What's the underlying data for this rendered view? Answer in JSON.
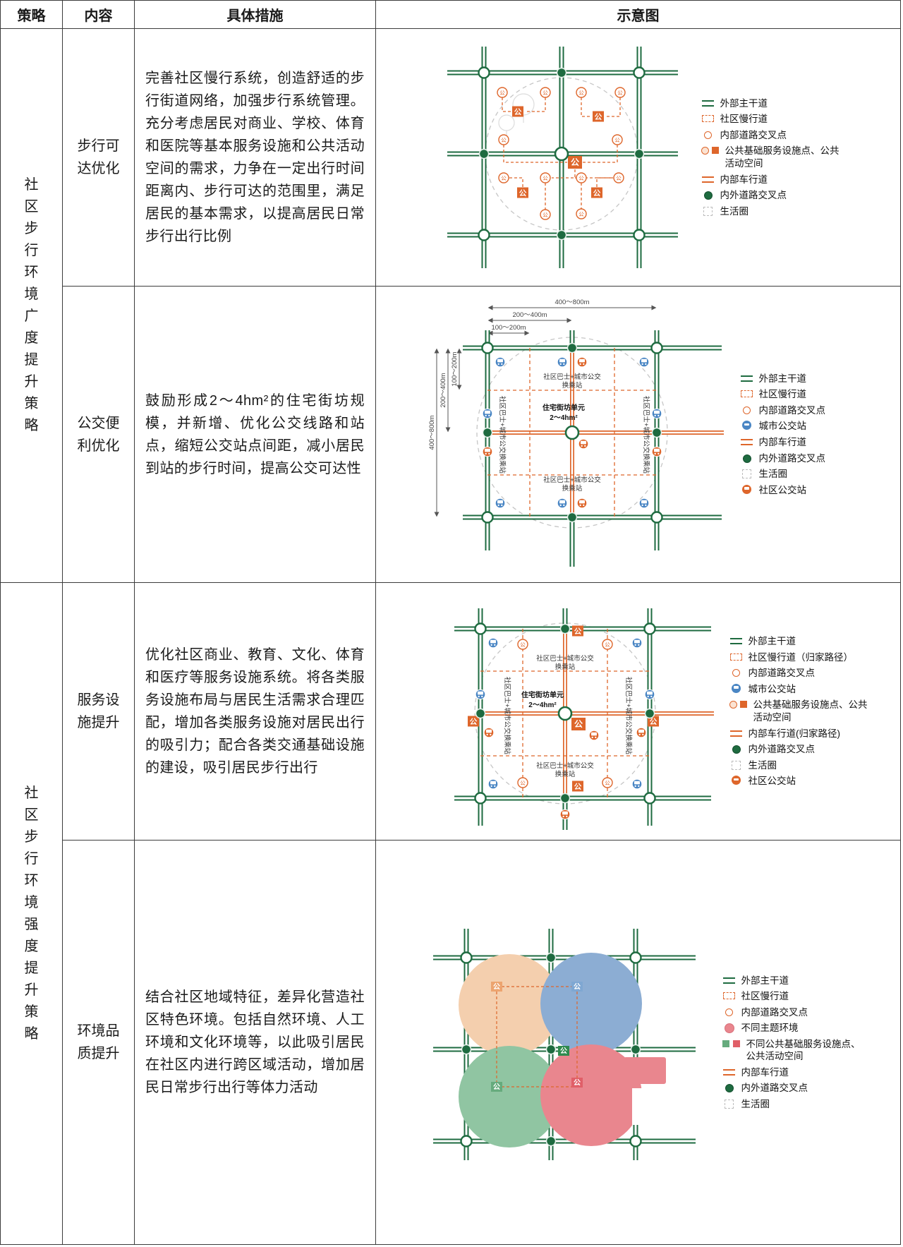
{
  "header": {
    "strategy": "策略",
    "content": "内容",
    "measures": "具体措施",
    "diagram": "示意图"
  },
  "groups": [
    {
      "strategy": "社区步行环境广度提升策略",
      "rows": [
        {
          "content": "步行可达优化",
          "measures": "完善社区慢行系统，创造舒适的步行街道网络，加强步行系统管理。充分考虑居民对商业、学校、体育和医院等基本服务设施和公共活动空间的需求，力争在一定出行时间距离内、步行可达的范围里，满足居民的基本需求，以提高居民日常步行出行比例"
        },
        {
          "content": "公交便利优化",
          "measures": "鼓励形成2～4hm²的住宅街坊规模，并新增、优化公交线路和站点，缩短公交站点间距，减小居民到站的步行时间，提高公交可达性"
        }
      ]
    },
    {
      "strategy": "社区步行环境强度提升策略",
      "rows": [
        {
          "content": "服务设施提升",
          "measures": "优化社区商业、教育、文化、体育和医疗等服务设施系统。将各类服务设施布局与居民生活需求合理匹配，增加各类服务设施对居民出行的吸引力；配合各类交通基础设施的建设，吸引居民步行出行"
        },
        {
          "content": "环境品质提升",
          "measures": "结合社区地域特征，差异化营造社区特色环境。包括自然环境、人工环境和文化环境等，以此吸引居民在社区内进行跨区域活动，增加居民日常步行出行等体力活动"
        }
      ]
    }
  ],
  "diagram_labels": {
    "gong": "公",
    "transfer_line1": "社区巴士+城市公交",
    "transfer_line2": "换乘站",
    "transfer_full": "社区巴士+城市公交换乘站",
    "unit_line1": "住宅街坊单元",
    "unit_line2": "2～4hm²",
    "dim_top": [
      "400～800m",
      "200～400m",
      "100～200m"
    ],
    "dim_left": [
      "100～200m",
      "200～400m",
      "400～800m"
    ]
  },
  "legends": {
    "l1": [
      {
        "icon": "ext-main-road-icon",
        "label": "外部主干道"
      },
      {
        "icon": "community-slow-road-icon",
        "label": "社区慢行道"
      },
      {
        "icon": "internal-road-junction-icon",
        "label": "内部道路交叉点"
      },
      {
        "icon": "public-facility-icon",
        "label": "公共基础服务设施点、公共活动空间"
      },
      {
        "icon": "internal-car-road-icon",
        "label": "内部车行道"
      },
      {
        "icon": "in-out-road-junction-icon",
        "label": "内外道路交叉点"
      },
      {
        "icon": "life-circle-icon",
        "label": "生活圈"
      }
    ],
    "l2": [
      {
        "icon": "ext-main-road-icon",
        "label": "外部主干道"
      },
      {
        "icon": "community-slow-road-icon",
        "label": "社区慢行道"
      },
      {
        "icon": "internal-road-junction-icon",
        "label": "内部道路交叉点"
      },
      {
        "icon": "city-bus-stop-icon",
        "label": "城市公交站"
      },
      {
        "icon": "internal-car-road-icon",
        "label": "内部车行道"
      },
      {
        "icon": "in-out-road-junction-icon",
        "label": "内外道路交叉点"
      },
      {
        "icon": "life-circle-icon",
        "label": "生活圈"
      },
      {
        "icon": "community-bus-stop-icon",
        "label": "社区公交站"
      }
    ],
    "l3": [
      {
        "icon": "ext-main-road-icon",
        "label": "外部主干道"
      },
      {
        "icon": "community-slow-road-icon",
        "label": "社区慢行道（归家路径）"
      },
      {
        "icon": "internal-road-junction-icon",
        "label": "内部道路交叉点"
      },
      {
        "icon": "city-bus-stop-icon",
        "label": "城市公交站"
      },
      {
        "icon": "public-facility-icon",
        "label": "公共基础服务设施点、公共活动空间"
      },
      {
        "icon": "internal-car-road-icon",
        "label": "内部车行道(归家路径)"
      },
      {
        "icon": "in-out-road-junction-icon",
        "label": "内外道路交叉点"
      },
      {
        "icon": "life-circle-icon",
        "label": "生活圈"
      },
      {
        "icon": "community-bus-stop-icon",
        "label": "社区公交站"
      }
    ],
    "l4": [
      {
        "icon": "ext-main-road-icon",
        "label": "外部主干道"
      },
      {
        "icon": "community-slow-road-icon",
        "label": "社区慢行道"
      },
      {
        "icon": "internal-road-junction-icon",
        "label": "内部道路交叉点"
      },
      {
        "icon": "theme-environment-icon",
        "label": "不同主题环境"
      },
      {
        "icon": "multi-facility-icon",
        "label": "不同公共基础服务设施点、公共活动空间"
      },
      {
        "icon": "internal-car-road-icon",
        "label": "内部车行道"
      },
      {
        "icon": "in-out-road-junction-icon",
        "label": "内外道路交叉点"
      },
      {
        "icon": "life-circle-icon",
        "label": "生活圈"
      }
    ]
  }
}
